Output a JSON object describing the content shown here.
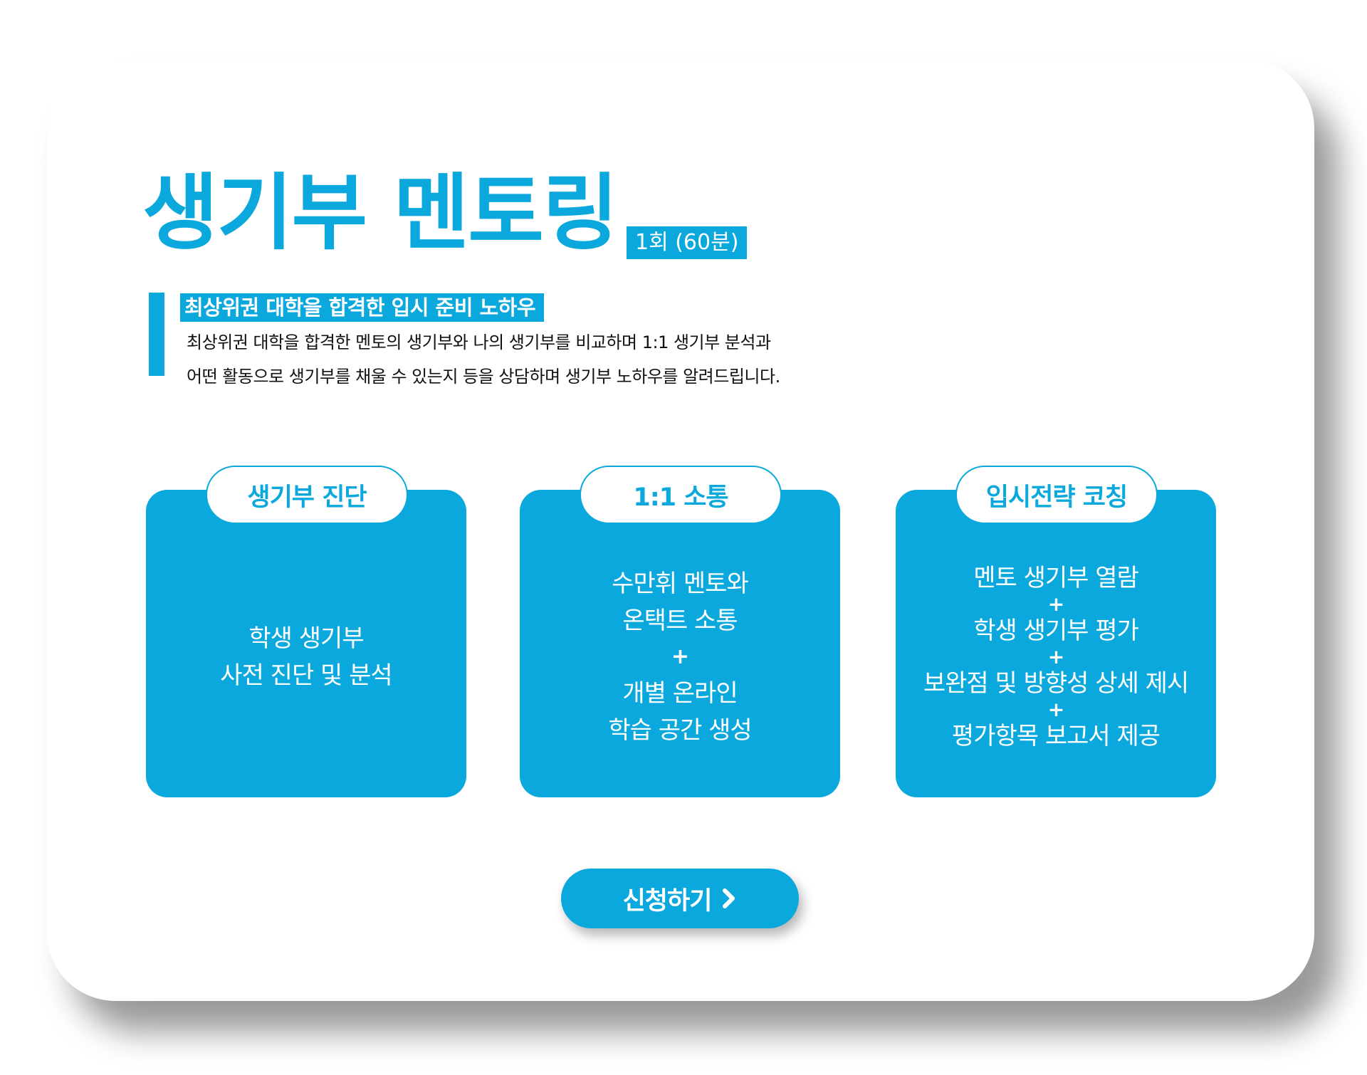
{
  "header": {
    "title": "생기부 멘토링",
    "session_badge": "1회 (60분)"
  },
  "intro": {
    "subheading": "최상위권 대학을 합격한 입시 준비 노하우",
    "description_lines": [
      "최상위권 대학을 합격한 멘토의 생기부와 나의 생기부를 비교하며 1:1 생기부 분석과",
      "어떤 활동으로 생기부를 채울 수 있는지 등을 상담하며 생기부 노하우를 알려드립니다."
    ]
  },
  "features": [
    {
      "label": "생기부 진단",
      "lines": [
        "학생 생기부",
        "사전 진단 및 분석"
      ]
    },
    {
      "label": "1:1 소통",
      "lines": [
        "수만휘 멘토와",
        "온택트 소통",
        "+",
        "개별 온라인",
        "학습 공간 생성"
      ]
    },
    {
      "label": "입시전략 코칭",
      "lines": [
        "멘토 생기부 열람",
        "+",
        "학생 생기부 평가",
        "+",
        "보완점 및 방향성 상세 제시",
        "+",
        "평가항목 보고서 제공"
      ]
    }
  ],
  "cta": {
    "label": "신청하기",
    "icon": "chevron-right-icon"
  },
  "colors": {
    "accent": "#0aa8dd",
    "text": "#111111",
    "background": "#ffffff"
  }
}
